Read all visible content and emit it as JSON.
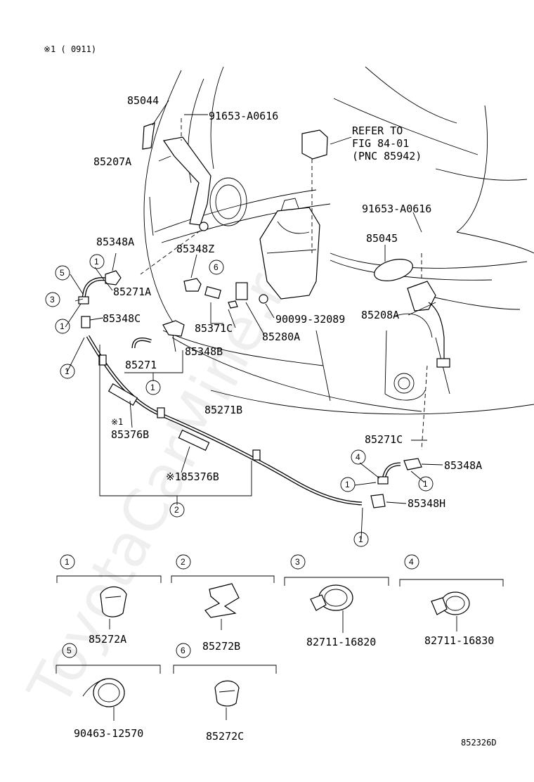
{
  "header_note": "※1 (     0911)",
  "diagram_code": "852326D",
  "watermark": "ToyotaCarMine.ru",
  "parts": {
    "p85044": "85044",
    "p91653_top": "91653-A0616",
    "p85207A": "85207A",
    "refer_1": "REFER TO",
    "refer_2": "FIG 84-01",
    "refer_3": "(PNC 85942)",
    "p91653_right": "91653-A0616",
    "p85045": "85045",
    "p85348A_top": "85348A",
    "p85348Z": "85348Z",
    "p85271A": "85271A",
    "p85348C": "85348C",
    "p85371C": "85371C",
    "p85280A": "85280A",
    "p90099": "90099-32089",
    "p85208A": "85208A",
    "p85348B": "85348B",
    "p85271": "85271",
    "p85271B": "85271B",
    "p85376B_top": "85376B",
    "note_mark_1": "※1",
    "p85376B_bottom": "※185376B",
    "p85271C": "85271C",
    "p85348A_bottom": "85348A",
    "p85348H": "85348H"
  },
  "callouts": {
    "c1": "1",
    "c2": "2",
    "c3": "3",
    "c4": "4",
    "c5": "5",
    "c6": "6"
  },
  "legend": [
    {
      "num": "1",
      "part": "85272A"
    },
    {
      "num": "2",
      "part": "85272B"
    },
    {
      "num": "3",
      "part": "82711-16820"
    },
    {
      "num": "4",
      "part": "82711-16830"
    },
    {
      "num": "5",
      "part": "90463-12570"
    },
    {
      "num": "6",
      "part": "85272C"
    }
  ]
}
